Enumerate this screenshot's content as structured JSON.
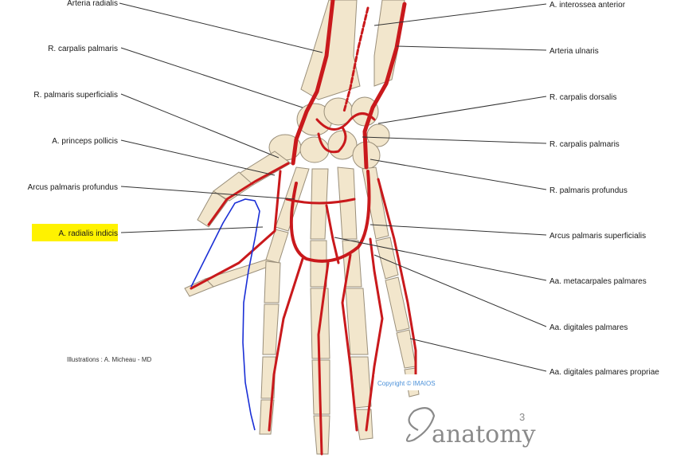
{
  "labels": {
    "left": [
      "Arteria radialis",
      "R. carpalis palmaris",
      "R. palmaris superficialis",
      "A. princeps pollicis",
      "Arcus palmaris profundus",
      "A. radialis indicis"
    ],
    "right": [
      "A. interossea anterior",
      "Arteria ulnaris",
      "R. carpalis dorsalis",
      "R. carpalis palmaris",
      "R. palmaris profundus",
      "Arcus palmaris superficialis",
      "Aa. metacarpales palmares",
      "Aa. digitales palmares",
      "Aa. digitales palmares propriae"
    ]
  },
  "highlighted_label": "A. radialis indicis",
  "credit": "Illustrations : A. Micheau - MD",
  "copyright": "Copyright © IMAIOS",
  "logo": {
    "text": "anatomy",
    "superscript": "3"
  },
  "colors": {
    "artery": "#c9191c",
    "bone": "#f2e6cc",
    "highlight": "#fff200",
    "annotation": "#1a2fd6",
    "copyright": "#4a90d9"
  }
}
